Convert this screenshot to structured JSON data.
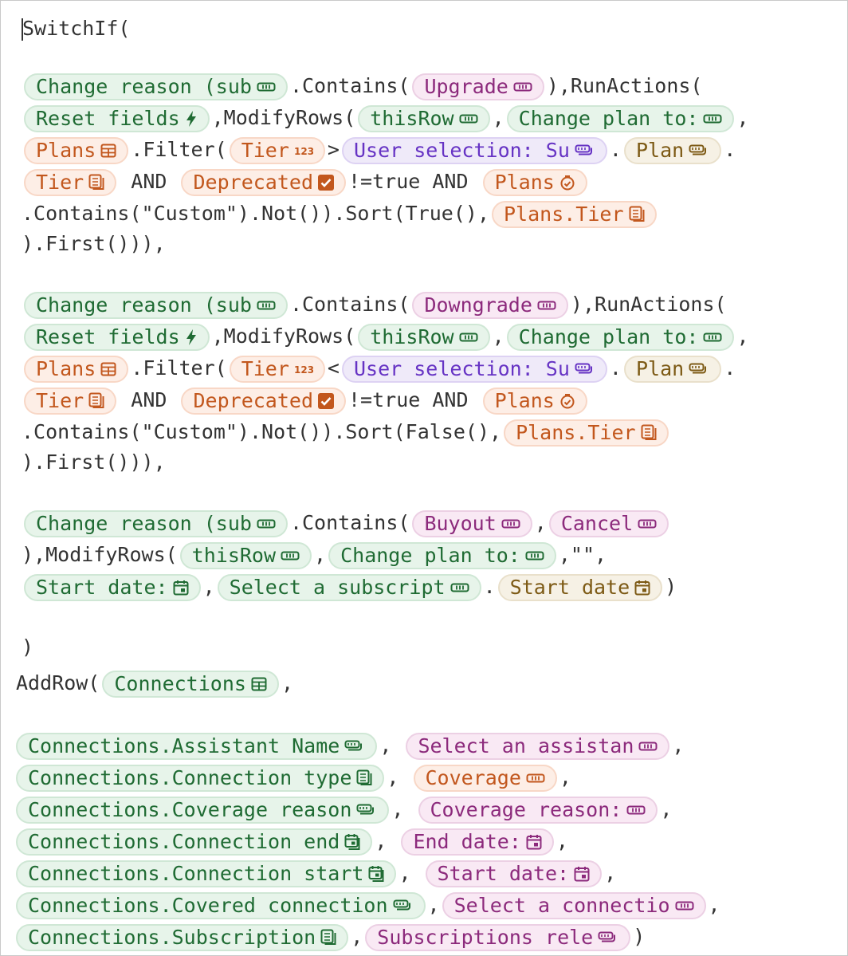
{
  "formula": {
    "switch_open": "SwitchIf(",
    "close_paren": ")",
    "add_row_open": "AddRow(",
    "comma": ","
  },
  "block1": {
    "line1": {
      "chip_change_reason": "Change reason (sub",
      "t_contains": ".Contains(",
      "chip_upgrade": "Upgrade",
      "t_runactions": "),RunActions("
    },
    "line2": {
      "chip_reset": "Reset fields",
      "t_modify": ",ModifyRows(",
      "chip_thisrow": "thisRow",
      "t_comma": ",",
      "chip_change_plan": "Change plan to:",
      "t_comma2": ","
    },
    "line3": {
      "chip_plans": "Plans",
      "t_filter": ".Filter(",
      "chip_tier": "Tier",
      "t_op": ">",
      "chip_user_sel": "User selection: Su",
      "t_dot": ".",
      "chip_plan": "Plan",
      "t_dot2": "."
    },
    "line4": {
      "chip_tier": "Tier",
      "t_and": " AND ",
      "chip_deprecated": "Deprecated",
      "t_neq": "!=true AND ",
      "chip_plans": "Plans"
    },
    "line5": {
      "t_contains": ".Contains(\"Custom\").Not()).Sort(True(),",
      "chip_plans_tier": "Plans.Tier"
    },
    "line6": {
      "t_first": ").First())),"
    }
  },
  "block2": {
    "line1": {
      "chip_change_reason": "Change reason (sub",
      "t_contains": ".Contains(",
      "chip_downgrade": "Downgrade",
      "t_runactions": "),RunActions("
    },
    "line2": {
      "chip_reset": "Reset fields",
      "t_modify": ",ModifyRows(",
      "chip_thisrow": "thisRow",
      "t_comma": ",",
      "chip_change_plan": "Change plan to:",
      "t_comma2": ","
    },
    "line3": {
      "chip_plans": "Plans",
      "t_filter": ".Filter(",
      "chip_tier": "Tier",
      "t_op": "<",
      "chip_user_sel": "User selection: Su",
      "t_dot": ".",
      "chip_plan": "Plan",
      "t_dot2": "."
    },
    "line4": {
      "chip_tier": "Tier",
      "t_and": " AND ",
      "chip_deprecated": "Deprecated",
      "t_neq": "!=true AND ",
      "chip_plans": "Plans"
    },
    "line5": {
      "t_contains": ".Contains(\"Custom\").Not()).Sort(False(),",
      "chip_plans_tier": "Plans.Tier"
    },
    "line6": {
      "t_first": ").First())),"
    }
  },
  "block3": {
    "line1": {
      "chip_change_reason": "Change reason (sub",
      "t_contains": ".Contains(",
      "chip_buyout": "Buyout",
      "t_comma": ",",
      "chip_cancel": "Cancel"
    },
    "line2": {
      "t_modify": "),ModifyRows(",
      "chip_thisrow": "thisRow",
      "t_comma": ",",
      "chip_change_plan": "Change plan to:",
      "t_empty": ",\"\","
    },
    "line3": {
      "chip_start_date": "Start date:",
      "t_comma": ",",
      "chip_select_sub": "Select a subscript",
      "t_dot": ".",
      "chip_start_date2": "Start date",
      "t_close": ")"
    }
  },
  "addrow": {
    "chip_connections": "Connections",
    "rows": [
      {
        "left": "Connections.Assistant Name",
        "right": "Select an assistan"
      },
      {
        "left": "Connections.Connection type",
        "right": "Coverage"
      },
      {
        "left": "Connections.Coverage reason",
        "right": "Coverage reason:"
      },
      {
        "left": "Connections.Connection end",
        "right": "End date:"
      },
      {
        "left": "Connections.Connection start",
        "right": "Start date:"
      },
      {
        "left": "Connections.Covered connection",
        "right": "Select a connectio"
      },
      {
        "left": "Connections.Subscription",
        "right": "Subscriptions rele"
      }
    ],
    "sep_comma_space": ", ",
    "sep_comma": ",",
    "end": ")"
  },
  "colors": {
    "green_text": "#1f6b33",
    "orange_text": "#c2571d",
    "magenta_text": "#8c2a7c",
    "purple_text": "#6633c4",
    "tan_text": "#7d5a15"
  },
  "icons": [
    "text-icon",
    "lightning-icon",
    "table-icon",
    "number-icon",
    "lookup-icon",
    "select-list-icon",
    "checkbox-icon",
    "formula-icon",
    "calendar-icon",
    "relation-icon"
  ]
}
